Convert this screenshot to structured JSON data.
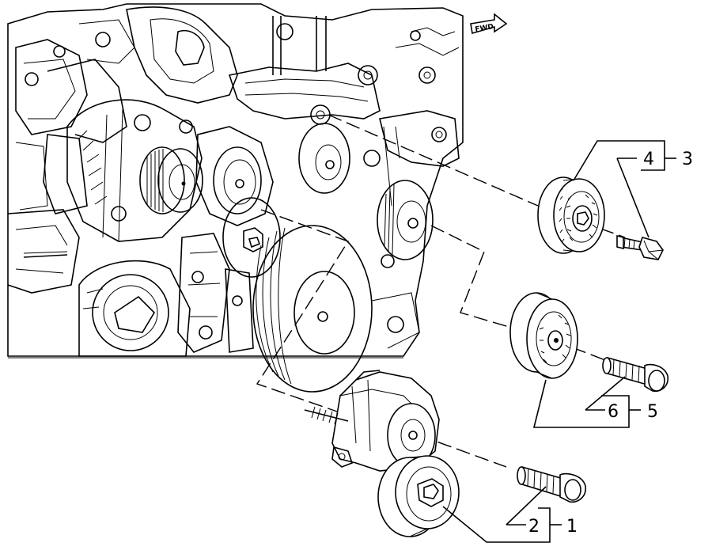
{
  "fwd_label": "FWD",
  "callouts": [
    {
      "id": "1",
      "label": "1"
    },
    {
      "id": "2",
      "label": "2"
    },
    {
      "id": "3",
      "label": "3"
    },
    {
      "id": "4",
      "label": "4"
    },
    {
      "id": "5",
      "label": "5"
    },
    {
      "id": "6",
      "label": "6"
    }
  ],
  "colors": {
    "ink": "#000000",
    "paper": "#ffffff"
  }
}
